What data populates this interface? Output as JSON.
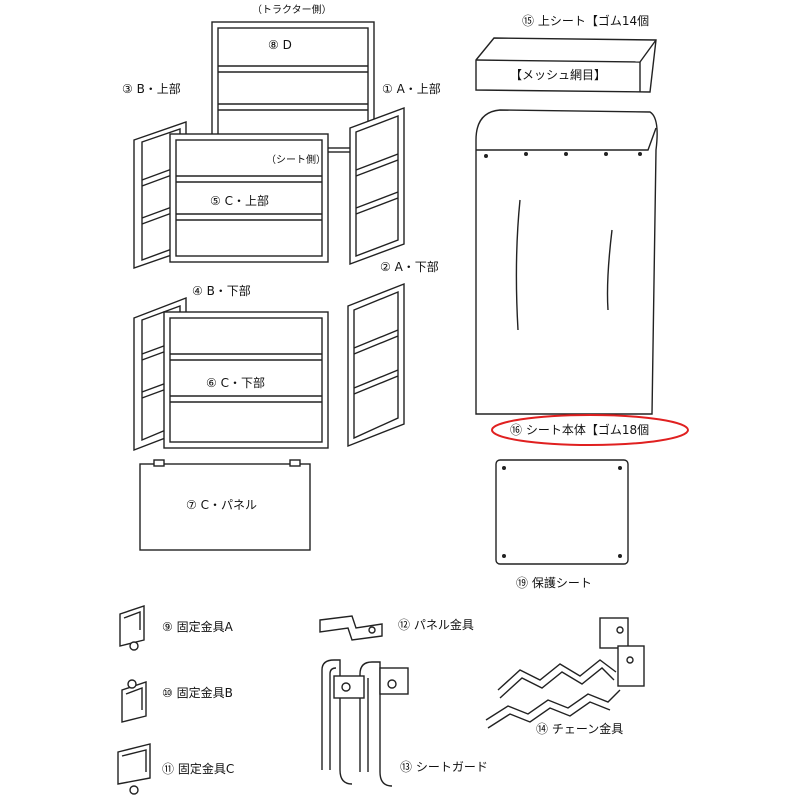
{
  "labels": {
    "tractor_side": "（トラクター側）",
    "sheet_side": "（シート側）",
    "p1": "① A・上部",
    "p2": "② A・下部",
    "p3": "③ B・上部",
    "p4": "④ B・下部",
    "p5": "⑤ C・上部",
    "p6": "⑥ C・下部",
    "p7": "⑦ C・パネル",
    "p8": "⑧ D",
    "p9": "⑨ 固定金具A",
    "p10": "⑩ 固定金具B",
    "p11": "⑪ 固定金具C",
    "p12": "⑫ パネル金具",
    "p13": "⑬ シートガード",
    "p14": "⑭ チェーン金具",
    "p15": "⑮ 上シート【ゴム14個",
    "p15_note": "【メッシュ網目】",
    "p16": "⑯ シート本体【ゴム18個",
    "p19": "⑲ 保護シート"
  },
  "highlight_color": "#e02020"
}
